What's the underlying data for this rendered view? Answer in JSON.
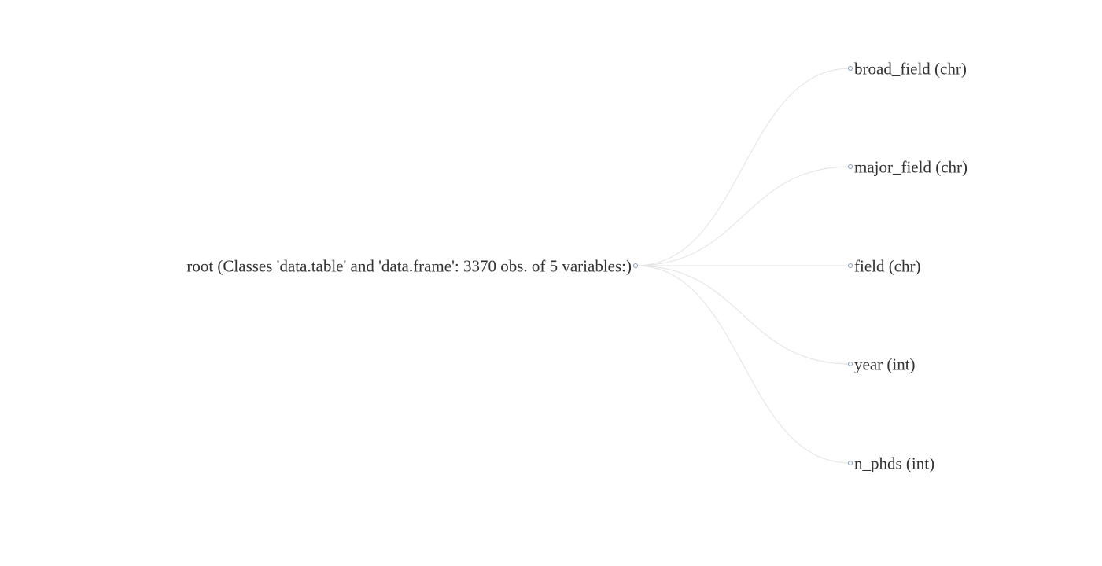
{
  "tree": {
    "root": {
      "label": "root (Classes 'data.table' and 'data.frame': 3370 obs. of 5 variables:)"
    },
    "children": [
      {
        "label": "broad_field (chr)"
      },
      {
        "label": "major_field (chr)"
      },
      {
        "label": "field (chr)"
      },
      {
        "label": "year (int)"
      },
      {
        "label": "n_phds (int)"
      }
    ]
  },
  "colors": {
    "link": "#e3e3e3",
    "node_stroke": "#7d9cc0",
    "text": "#333333"
  }
}
